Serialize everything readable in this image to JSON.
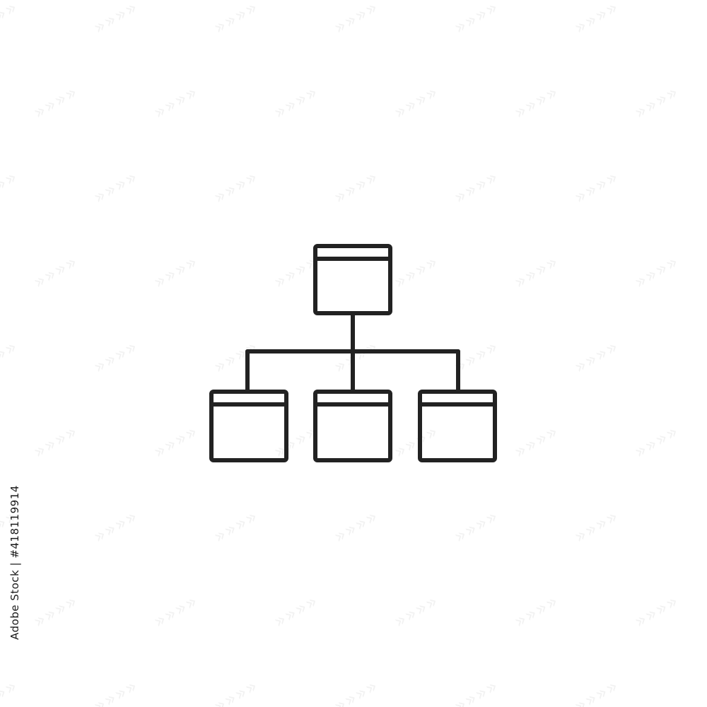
{
  "icon": {
    "name": "hierarchy-sitemap-icon",
    "stroke_color": "#222222",
    "background_color": "#ffffff"
  },
  "diagram": {
    "nodes": [
      {
        "id": "root",
        "label": ""
      },
      {
        "id": "child-left",
        "label": ""
      },
      {
        "id": "child-center",
        "label": ""
      },
      {
        "id": "child-right",
        "label": ""
      }
    ],
    "edges": [
      {
        "from": "root",
        "to": "child-left"
      },
      {
        "from": "root",
        "to": "child-center"
      },
      {
        "from": "root",
        "to": "child-right"
      }
    ]
  },
  "stock_id_text": "Adobe Stock | #418119914"
}
